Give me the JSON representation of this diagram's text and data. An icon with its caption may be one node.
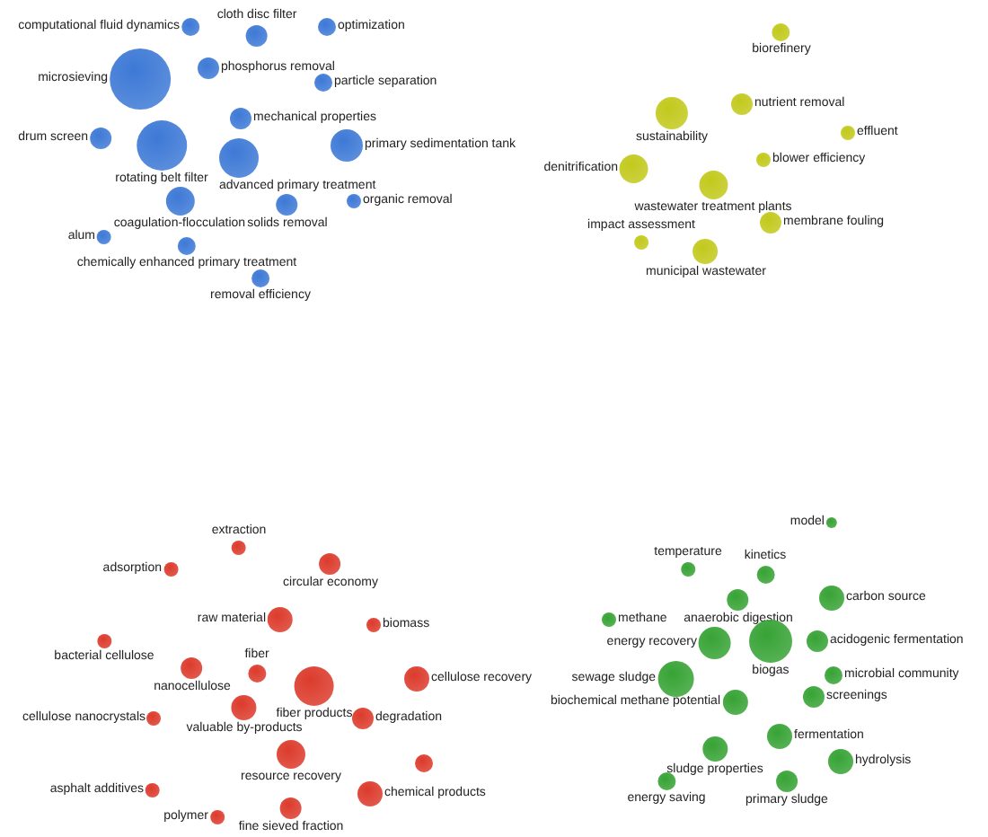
{
  "diagram": {
    "nodes": [
      {
        "text": [
          "computational fluid dynamics"
        ]
      },
      {
        "text": [
          "cloth disc filter"
        ]
      },
      {
        "text": [
          "optimization"
        ]
      },
      {
        "text": [
          "microsieving"
        ]
      },
      {
        "text": [
          "phosphorus removal"
        ]
      },
      {
        "text": [
          "particle separation"
        ]
      },
      {
        "text": [
          "drum screen"
        ]
      },
      {
        "text": [
          "mechanical properties"
        ]
      },
      {
        "text": [
          "rotating belt filter"
        ]
      },
      {
        "text": [
          "primary sedimentation tank"
        ]
      },
      {
        "text": [
          "advanced primary treatment"
        ]
      },
      {
        "text": [
          "coagulation-flocculation"
        ]
      },
      {
        "text": [
          "organic removal"
        ]
      },
      {
        "text": [
          "solids removal"
        ]
      },
      {
        "text": [
          "alum"
        ]
      },
      {
        "text": [
          "chemically enhanced primary treatment"
        ]
      },
      {
        "text": [
          "removal efficiency"
        ]
      },
      {
        "text": [
          "biorefinery"
        ]
      },
      {
        "text": [
          "nutrient removal"
        ]
      },
      {
        "text": [
          "sustainability"
        ]
      },
      {
        "text": [
          "effluent"
        ]
      },
      {
        "text": [
          "blower efficiency"
        ]
      },
      {
        "text": [
          "denitrification"
        ]
      },
      {
        "text": [
          "wastewater treatment plants"
        ]
      },
      {
        "text": [
          "impact assessment"
        ]
      },
      {
        "text": [
          "membrane fouling"
        ]
      },
      {
        "text": [
          "municipal wastewater"
        ]
      },
      {
        "text": [
          "extraction"
        ]
      },
      {
        "text": [
          "adsorption"
        ]
      },
      {
        "text": [
          "circular economy"
        ]
      },
      {
        "text": [
          "raw material"
        ]
      },
      {
        "text": [
          "biomass"
        ]
      },
      {
        "text": [
          "bacterial cellulose"
        ]
      },
      {
        "text": [
          "nanocellulose"
        ]
      },
      {
        "text": [
          "fiber"
        ]
      },
      {
        "text": [
          "fiber products"
        ]
      },
      {
        "text": [
          "cellulose recovery"
        ]
      },
      {
        "text": [
          "cellulose nanocrystals"
        ]
      },
      {
        "text": [
          "valuable by-products"
        ]
      },
      {
        "text": [
          "degradation"
        ]
      },
      {
        "text": [
          "resource recovery"
        ]
      },
      {
        "text": [],
        "shape": "circle"
      },
      {
        "text": [
          "asphalt additives"
        ]
      },
      {
        "text": [
          "chemical products"
        ]
      },
      {
        "text": [
          "polymer"
        ]
      },
      {
        "text": [
          "fine sieved fraction"
        ]
      },
      {
        "text": [
          "model"
        ]
      },
      {
        "text": [
          "temperature"
        ]
      },
      {
        "text": [
          "kinetics"
        ]
      },
      {
        "text": [
          "anaerobic digestion"
        ]
      },
      {
        "text": [
          "carbon source"
        ]
      },
      {
        "text": [
          "methane"
        ]
      },
      {
        "text": [
          "energy recovery"
        ]
      },
      {
        "text": [
          "biogas"
        ]
      },
      {
        "text": [
          "acidogenic fermentation"
        ]
      },
      {
        "text": [
          "sewage sludge"
        ]
      },
      {
        "text": [
          "microbial community"
        ]
      },
      {
        "text": [
          "biochemical methane potential"
        ]
      },
      {
        "text": [
          "screenings"
        ]
      },
      {
        "text": [
          "fermentation"
        ]
      },
      {
        "text": [
          "sludge properties"
        ]
      },
      {
        "text": [
          "hydrolysis"
        ]
      },
      {
        "text": [
          "energy saving"
        ]
      },
      {
        "text": [
          "primary sludge"
        ]
      }
    ]
  }
}
